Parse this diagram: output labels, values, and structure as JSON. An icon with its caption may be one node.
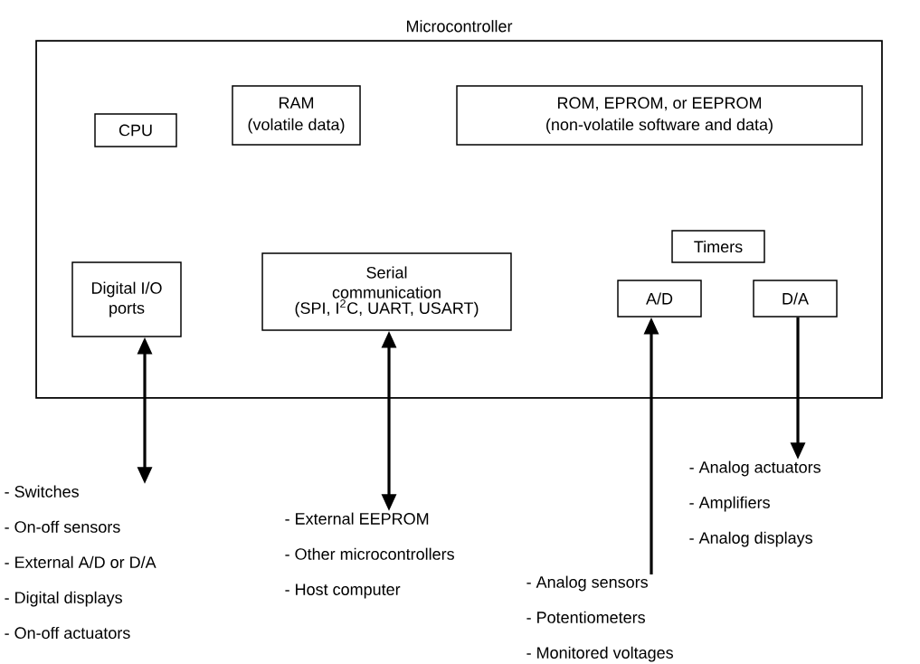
{
  "diagram": {
    "nodes": [
      {
        "text": [
          "Microcontroller"
        ]
      },
      {
        "text": [
          "CPU"
        ],
        "in": 0
      },
      {
        "text": [
          "RAM",
          "(volatile data)"
        ],
        "in": 0
      },
      {
        "text": [
          "ROM, EPROM, or EEPROM",
          "(non-volatile software and data)"
        ],
        "in": 0
      },
      {
        "text": [
          "Timers"
        ],
        "in": 0
      },
      {
        "text": [
          "Digital I/O ports"
        ],
        "in": 0
      },
      {
        "text": [
          "Serial communication",
          "(SPI, I$^{2}$C, UART, USART)"
        ],
        "in": 0
      },
      {
        "text": [
          "A/D"
        ],
        "in": 0
      },
      {
        "text": [
          "D/A"
        ],
        "in": 0
      },
      {
        "text": [
          "- Switches",
          "- On-off sensors",
          "- External A/D or D/A",
          "- Digital displays",
          "- On-off actuators"
        ]
      },
      {
        "text": [
          "- External EEPROM",
          "- Other microcontrollers",
          "- Host computer"
        ]
      },
      {
        "text": [
          "- Analog sensors",
          "- Potentiometers",
          "- Monitored voltages"
        ]
      },
      {
        "text": [
          "- Analog actuators",
          "- Amplifiers",
          "- Analog displays"
        ]
      }
    ],
    "edges": [
      {
        "from": 5,
        "to": 9,
        "arrow": "both"
      },
      {
        "from": 6,
        "to": 10,
        "arrow": "both"
      },
      {
        "from": 11,
        "to": 7,
        "arrow": "to"
      },
      {
        "from": 8,
        "to": 12,
        "arrow": "to"
      }
    ]
  }
}
